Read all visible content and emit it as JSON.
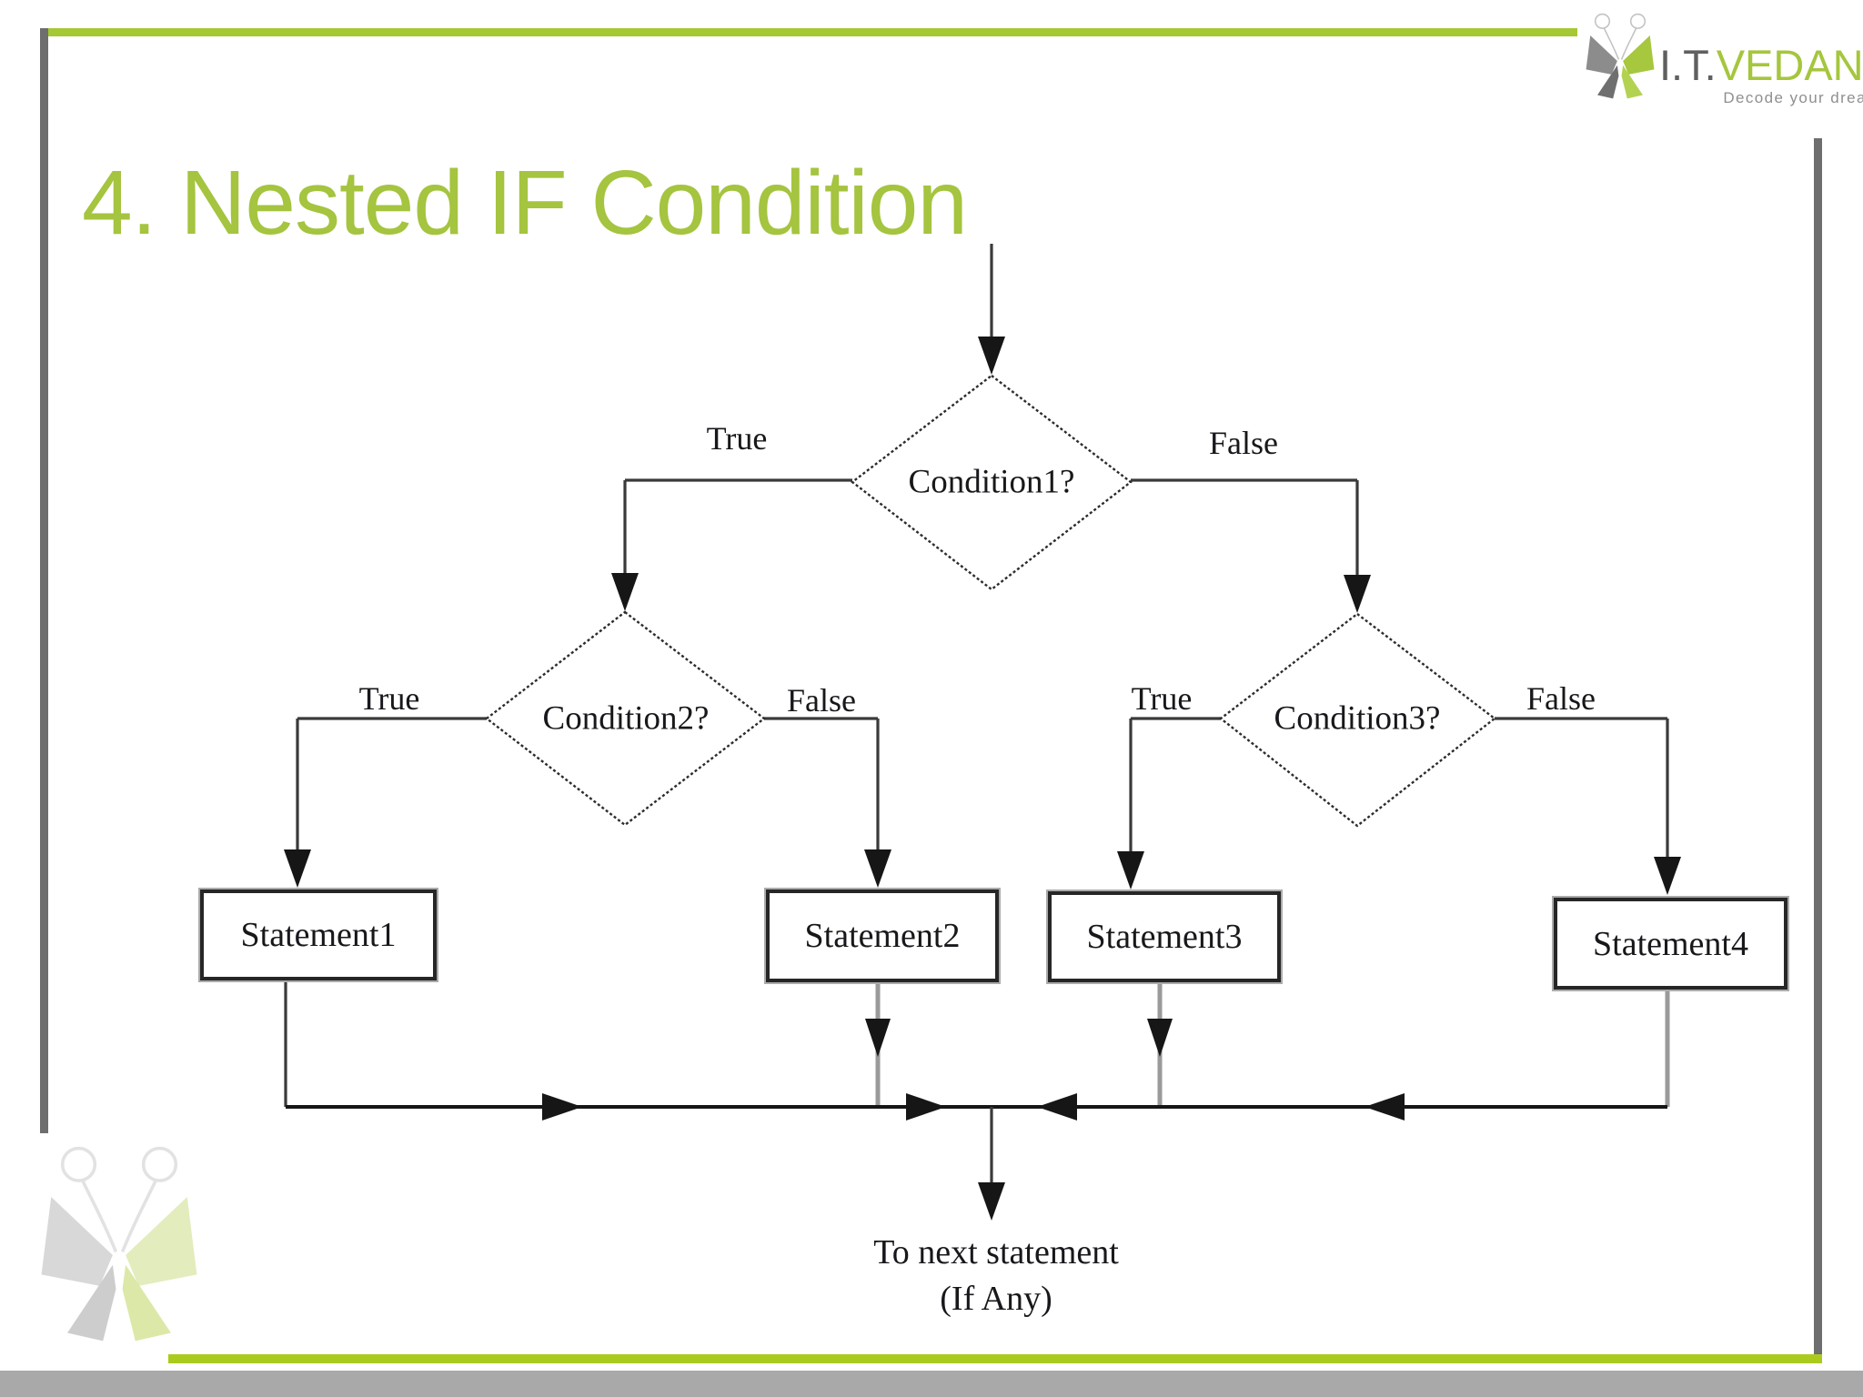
{
  "slide": {
    "title": "4. Nested IF Condition"
  },
  "logo": {
    "prefix": "I.T.",
    "name": "VEDANT",
    "tagline": "Decode your dreams"
  },
  "flowchart": {
    "conditions": [
      {
        "label": "Condition1?"
      },
      {
        "label": "Condition2?"
      },
      {
        "label": "Condition3?"
      }
    ],
    "statements": [
      {
        "label": "Statement1"
      },
      {
        "label": "Statement2"
      },
      {
        "label": "Statement3"
      },
      {
        "label": "Statement4"
      }
    ],
    "branch_labels": {
      "condition1_true": "True",
      "condition1_false": "False",
      "condition2_true": "True",
      "condition2_false": "False",
      "condition3_true": "True",
      "condition3_false": "False"
    },
    "end_label_line1": "To next statement",
    "end_label_line2": "(If Any)"
  },
  "colors": {
    "accent_green": "#a6c832",
    "bottom_green": "#aacb1e",
    "frame_gray": "#6e6e6e",
    "bottom_bar_gray": "#a9a9a9",
    "title_green": "#a5c43f",
    "logo_gray": "#606060",
    "logo_green": "#a5c63d",
    "flow_line": "#3a3a3a",
    "flow_text": "#18181c"
  }
}
